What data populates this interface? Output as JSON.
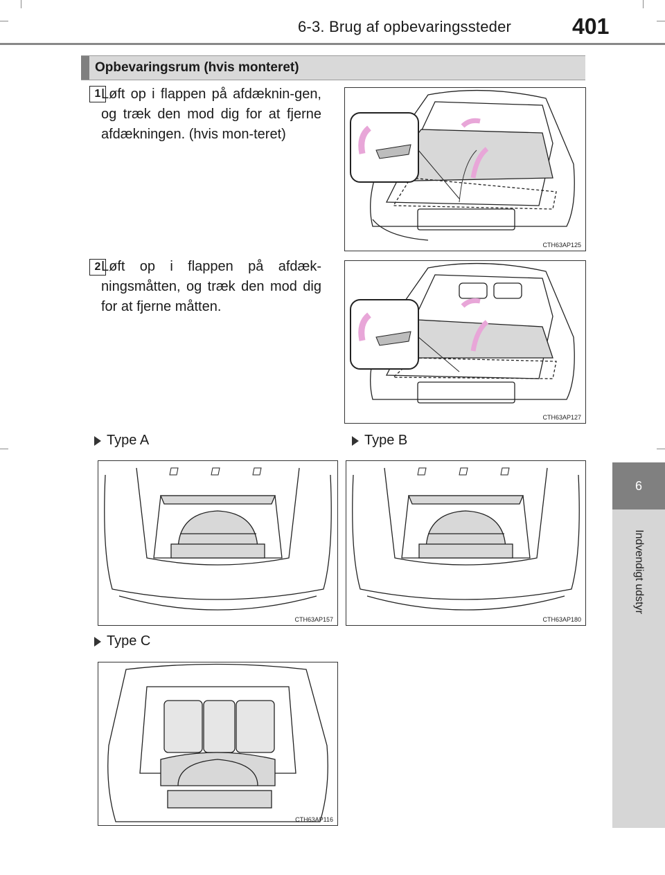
{
  "header": {
    "section_title": "6-3. Brug af opbevaringssteder",
    "page_number": "401"
  },
  "side_tab": {
    "chapter_number": "6",
    "chapter_label": "Indvendigt udstyr"
  },
  "section": {
    "heading": "Opbevaringsrum (hvis monteret)"
  },
  "steps": [
    {
      "number": "1",
      "text": "Løft op i flappen på afdæknin-gen, og træk den mod dig for at fjerne afdækningen. (hvis mon-teret)",
      "figure_code": "CTH63AP125"
    },
    {
      "number": "2",
      "text": "Løft op i flappen på afdæk-ningsmåtten, og træk den mod dig for at fjerne måtten.",
      "figure_code": "CTH63AP127"
    }
  ],
  "types": [
    {
      "label": "Type A",
      "figure_code": "CTH63AP157"
    },
    {
      "label": "Type B",
      "figure_code": "CTH63AP180"
    },
    {
      "label": "Type C",
      "figure_code": "CTH63AP116"
    }
  ],
  "colors": {
    "accent_arrow": "#e8a6d8",
    "header_bar": "#7f7f7f",
    "section_bg": "#d9d9d9",
    "side_tab": "#808080"
  }
}
